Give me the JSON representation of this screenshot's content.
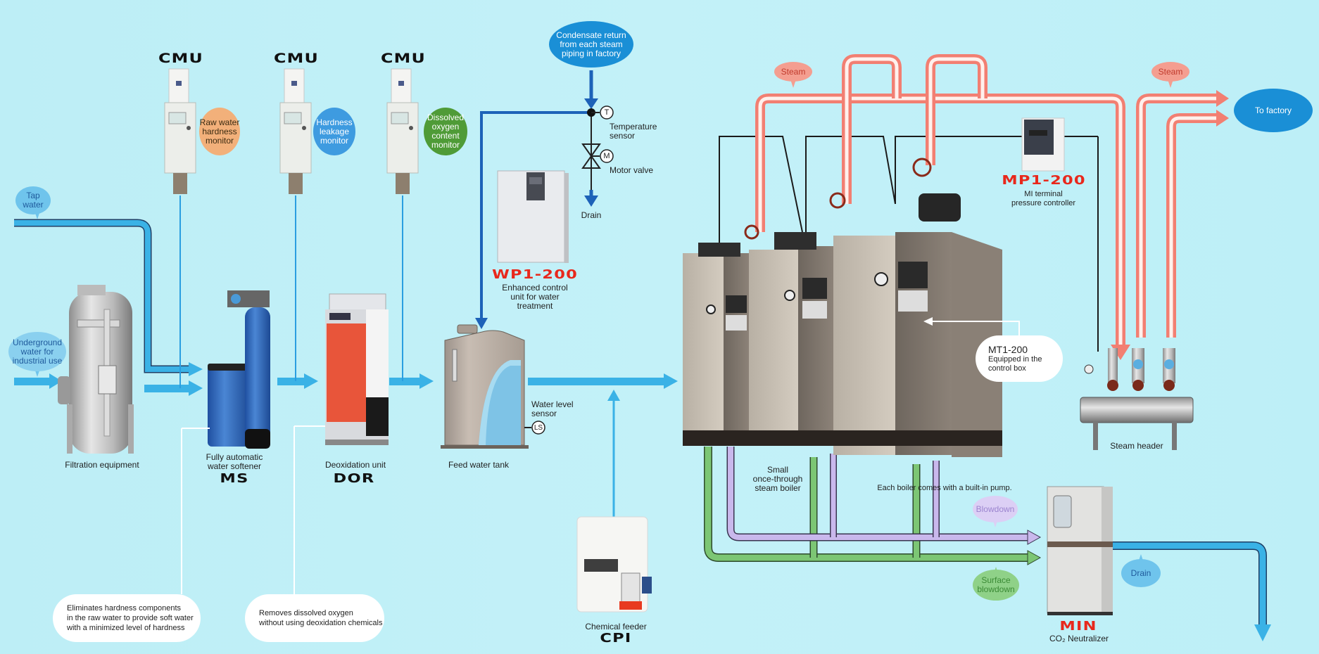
{
  "colors": {
    "background": "#bfeff6",
    "water_pipe": "#3ab2e6",
    "water_pipe_dark": "#1d62b8",
    "steam_pipe": "#f4847a",
    "blowdown_pipe": "#c9b8ec",
    "surface_blowdown_pipe": "#7cc674",
    "model_red": "#e8281c",
    "to_factory": "#1a8fd6"
  },
  "monitors": [
    {
      "code": "CMU",
      "label": "Raw water hardness monitor",
      "lines": [
        "Raw water",
        "hardness",
        "monitor"
      ],
      "bubble_color": "#f2b07a",
      "text_color": "#3a2a10"
    },
    {
      "code": "CMU",
      "label": "Hardness leakage monitor",
      "lines": [
        "Hardness",
        "leakage",
        "monitor"
      ],
      "bubble_color": "#3e9be0",
      "text_color": "#ffffff"
    },
    {
      "code": "CMU",
      "label": "Dissolved oxygen content monitor",
      "lines": [
        "Dissolved",
        "oxygen",
        "content",
        "monitor"
      ],
      "bubble_color": "#4f9b37",
      "text_color": "#ffffff"
    }
  ],
  "sources": {
    "tap_water": "Tap water",
    "underground": [
      "Underground",
      "water for",
      "industrial use"
    ],
    "condensate": [
      "Condensate return",
      "from each steam",
      "piping in factory"
    ]
  },
  "sensors": {
    "temperature": {
      "symbol": "T",
      "label": [
        "Temperature",
        "sensor"
      ]
    },
    "motor_valve": {
      "symbol": "M",
      "label": [
        "Motor valve"
      ]
    },
    "drain": "Drain",
    "water_level": {
      "symbol": "LS",
      "label": [
        "Water level",
        "sensor"
      ]
    }
  },
  "equipment": {
    "filtration": {
      "label": "Filtration equipment"
    },
    "softener": {
      "label": [
        "Fully automatic",
        "water softener"
      ],
      "code": "MS"
    },
    "deoxidation": {
      "label": [
        "Deoxidation unit"
      ],
      "code": "DOR"
    },
    "feed_tank": {
      "label": "Feed water tank"
    },
    "wp1": {
      "code": "WP1-200",
      "label": [
        "Enhanced control",
        "unit for water",
        "treatment"
      ]
    },
    "chemical_feeder": {
      "label": "Chemical feeder",
      "code": "CPI"
    },
    "boiler": {
      "label": [
        "Small",
        "once-through",
        "steam boiler"
      ],
      "pump_note": "Each boiler comes with a built-in pump."
    },
    "mp1": {
      "code": "MP1-200",
      "label": [
        "MI terminal",
        "pressure controller"
      ]
    },
    "mt1": {
      "code": "MT1-200",
      "label": [
        "Equipped in the",
        "control box"
      ]
    },
    "steam_header": {
      "label": "Steam header"
    },
    "min": {
      "code": "MIN",
      "label": "CO₂ Neutralizer"
    }
  },
  "notes": {
    "softener_note": [
      "Eliminates hardness components",
      "in the raw water to provide soft water",
      "with a minimized level of hardness"
    ],
    "dor_note": [
      "Removes dissolved oxygen",
      "without using deoxidation chemicals"
    ]
  },
  "flows": {
    "steam_left": "Steam",
    "steam_right": "Steam",
    "to_factory": "To factory",
    "blowdown": "Blowdown",
    "surface_blowdown": [
      "Surface",
      "blowdown"
    ],
    "drain": "Drain"
  }
}
